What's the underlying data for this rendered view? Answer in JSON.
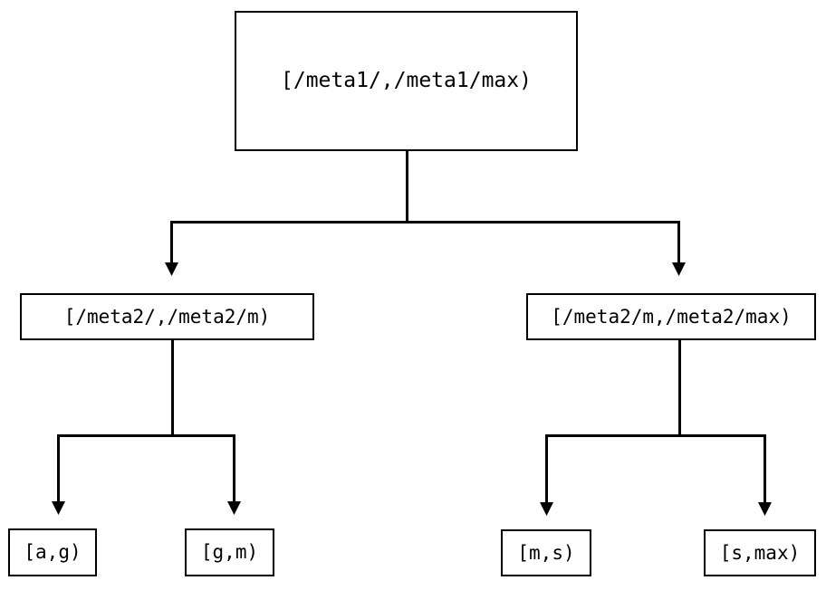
{
  "diagram": {
    "type": "tree",
    "title": "",
    "background_color": "#ffffff",
    "line_color": "#000000",
    "text_color": "#000000",
    "nodes": {
      "root": {
        "label": "[/meta1/,/meta1/max)",
        "level": 0
      },
      "meta2_low": {
        "label": "[/meta2/,/meta2/m)",
        "level": 1
      },
      "meta2_high": {
        "label": "[/meta2/m,/meta2/max)",
        "level": 1
      },
      "leaf_ag": {
        "label": "[a,g)",
        "level": 2
      },
      "leaf_gm": {
        "label": "[g,m)",
        "level": 2
      },
      "leaf_ms": {
        "label": "[m,s)",
        "level": 2
      },
      "leaf_smax": {
        "label": "[s,max)",
        "level": 2
      }
    },
    "edges": [
      {
        "from": "root",
        "to": "meta2_low",
        "arrow": "down"
      },
      {
        "from": "root",
        "to": "meta2_high",
        "arrow": "down"
      },
      {
        "from": "meta2_low",
        "to": "leaf_ag",
        "arrow": "down"
      },
      {
        "from": "meta2_low",
        "to": "leaf_gm",
        "arrow": "down"
      },
      {
        "from": "meta2_high",
        "to": "leaf_ms",
        "arrow": "down"
      },
      {
        "from": "meta2_high",
        "to": "leaf_smax",
        "arrow": "down"
      }
    ]
  }
}
